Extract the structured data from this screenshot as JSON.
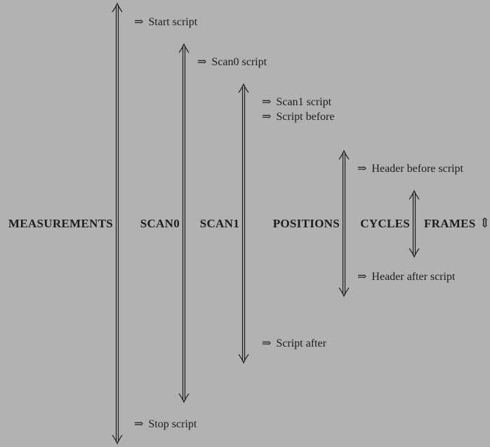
{
  "page": {
    "background_color": "#b2b2b3",
    "ink_color": "#1d1d1d"
  },
  "symbols": {
    "implies": "⇒",
    "updown_arrow": "⇕"
  },
  "levels": [
    {
      "label": "MEASUREMENTS"
    },
    {
      "label": "SCAN0"
    },
    {
      "label": "SCAN1"
    },
    {
      "label": "POSITIONS"
    },
    {
      "label": "CYCLES"
    },
    {
      "label": "FRAMES"
    }
  ],
  "annotations": [
    {
      "label": "Start script"
    },
    {
      "label": "Scan0 script"
    },
    {
      "label": "Scan1 script"
    },
    {
      "label": "Script before"
    },
    {
      "label": "Header before script"
    },
    {
      "label": "Header after script"
    },
    {
      "label": "Script after"
    },
    {
      "label": "Stop script"
    }
  ]
}
